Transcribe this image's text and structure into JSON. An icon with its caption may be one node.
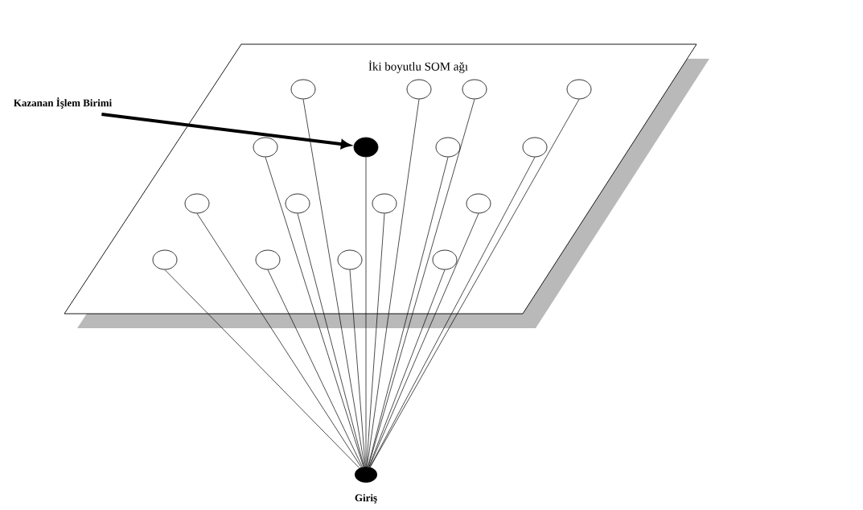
{
  "diagram": {
    "nodes": [
      {
        "text": [
          "İki boyutlu SOM ağı"
        ]
      },
      {
        "text": [],
        "shape": "circle",
        "in": 0
      },
      {
        "text": [],
        "shape": "circle",
        "in": 0
      },
      {
        "text": [],
        "shape": "circle",
        "in": 0
      },
      {
        "text": [],
        "shape": "circle",
        "in": 0
      },
      {
        "text": [
          "Kazanan İşlem Birimi"
        ]
      },
      {
        "text": [],
        "shape": "circle",
        "in": 0
      },
      {
        "text": [],
        "shape": "dot",
        "in": 0
      },
      {
        "text": [],
        "shape": "circle",
        "in": 0
      },
      {
        "text": [],
        "shape": "circle",
        "in": 0
      },
      {
        "text": [],
        "shape": "circle",
        "in": 0
      },
      {
        "text": [],
        "shape": "circle",
        "in": 0
      },
      {
        "text": [],
        "shape": "circle",
        "in": 0
      },
      {
        "text": [],
        "shape": "circle",
        "in": 0
      },
      {
        "text": [],
        "shape": "circle",
        "in": 0
      },
      {
        "text": [],
        "shape": "circle",
        "in": 0
      },
      {
        "text": [],
        "shape": "circle",
        "in": 0
      },
      {
        "text": [],
        "shape": "circle",
        "in": 0
      },
      {
        "text": [
          "Giriş"
        ]
      }
    ],
    "edges": [
      {
        "from": 5,
        "to": 7,
        "arrow": "to",
        "style": "thick"
      },
      {
        "from": 18,
        "to": 1,
        "arrow": "none"
      },
      {
        "from": 18,
        "to": 2,
        "arrow": "none"
      },
      {
        "from": 18,
        "to": 3,
        "arrow": "none"
      },
      {
        "from": 18,
        "to": 4,
        "arrow": "none"
      },
      {
        "from": 18,
        "to": 6,
        "arrow": "none"
      },
      {
        "from": 18,
        "to": 7,
        "arrow": "none"
      },
      {
        "from": 18,
        "to": 8,
        "arrow": "none"
      },
      {
        "from": 18,
        "to": 9,
        "arrow": "none"
      },
      {
        "from": 18,
        "to": 10,
        "arrow": "none"
      },
      {
        "from": 18,
        "to": 11,
        "arrow": "none"
      },
      {
        "from": 18,
        "to": 12,
        "arrow": "none"
      },
      {
        "from": 18,
        "to": 13,
        "arrow": "none"
      },
      {
        "from": 18,
        "to": 14,
        "arrow": "none"
      },
      {
        "from": 18,
        "to": 15,
        "arrow": "none"
      },
      {
        "from": 18,
        "to": 16,
        "arrow": "none"
      },
      {
        "from": 18,
        "to": 17,
        "arrow": "none"
      }
    ]
  }
}
